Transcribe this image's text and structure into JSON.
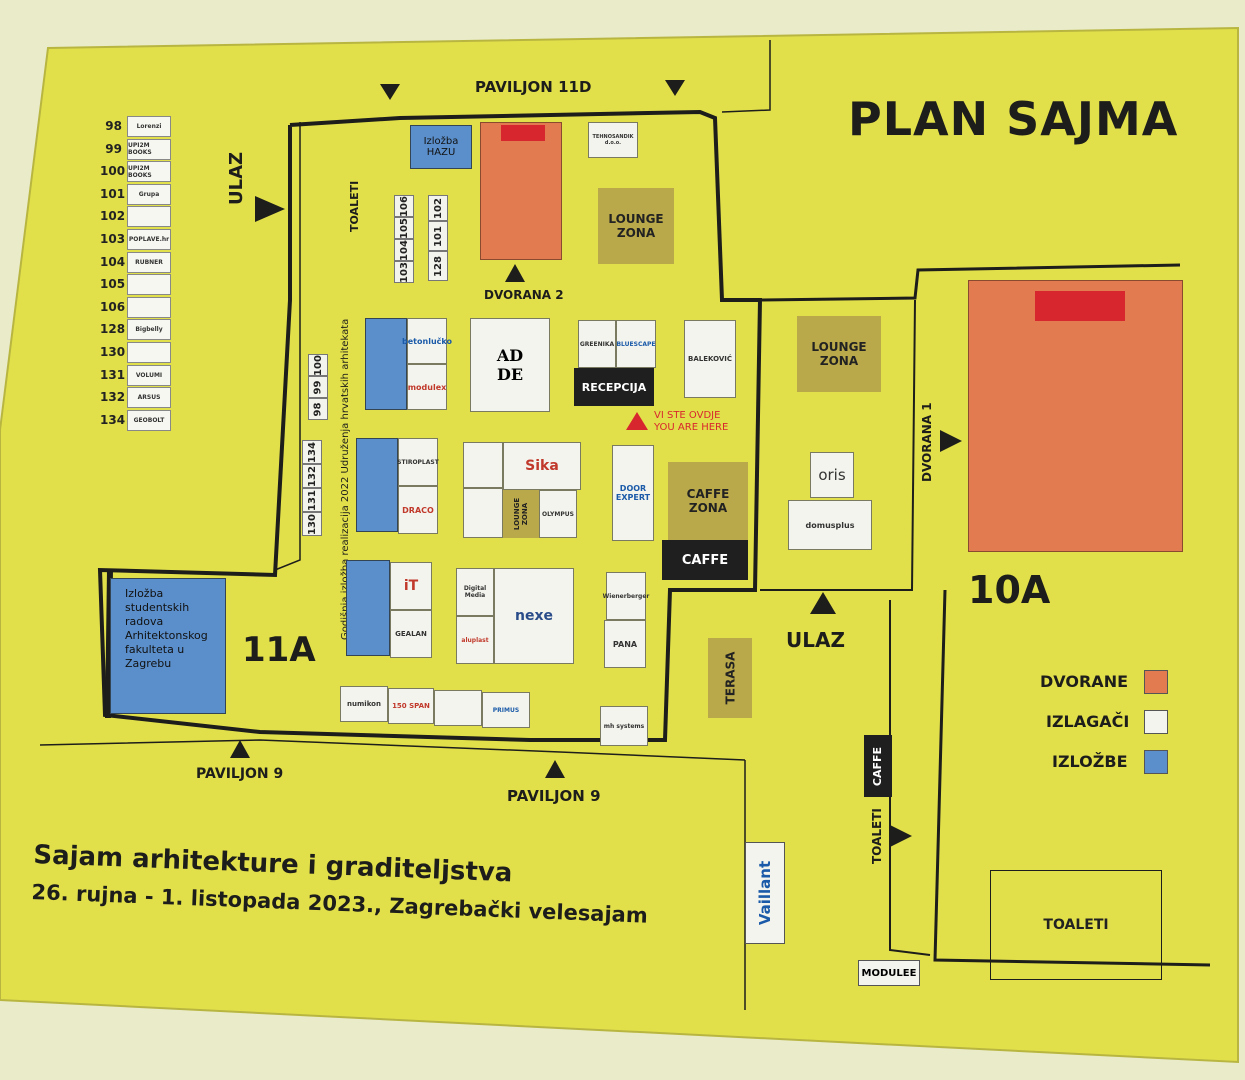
{
  "title": "PLAN SAJMA",
  "footer": {
    "line1": "Sajam arhitekture i graditeljstva",
    "line2": "26. rujna - 1. listopada 2023., Zagrebački velesajam"
  },
  "halls": {
    "hall_11a": "11A",
    "hall_10a": "10A"
  },
  "labels": {
    "pavilion_11d": "PAVILJON 11D",
    "pavilion_9_left": "PAVILJON 9",
    "pavilion_9_right": "PAVILJON 9",
    "entrance_left": "ULAZ",
    "entrance_right": "ULAZ",
    "toilets_top": "TOALETI",
    "toilets_right": "TOALETI",
    "toilets_box": "TOALETI",
    "hall_2": "DVORANA 2",
    "hall_1": "DVORANA 1",
    "lounge_1": "LOUNGE ZONA",
    "lounge_2": "LOUNGE ZONA",
    "lounge_small": "LOUNGE ZONA",
    "caffe_zone": "CAFFE ZONA",
    "caffe_dark": "CAFFE",
    "caffe_vertical": "CAFFE",
    "terrace": "TERASA",
    "reception": "RECEPCIJA",
    "you_are_here_hr": "VI STE OVDJE",
    "you_are_here_en": "YOU ARE HERE",
    "hazu_exhibit": "Izložba HAZU",
    "student_exhibit": "Izložba studentskih radova Arhitektonskog fakulteta u Zagrebu",
    "annual_exhibit": "Godišnja izložba realizacija 2022 Udruženja hrvatskih arhitekata",
    "modulee": "MODULEE",
    "vaillant": "Vaillant"
  },
  "exhibitor_list": [
    {
      "num": "98",
      "name": "Lorenzi"
    },
    {
      "num": "99",
      "name": "UPI2M BOOKS"
    },
    {
      "num": "100",
      "name": "UPI2M BOOKS"
    },
    {
      "num": "101",
      "name": "Grupa"
    },
    {
      "num": "102",
      "name": ""
    },
    {
      "num": "103",
      "name": "POPLAVE.hr"
    },
    {
      "num": "104",
      "name": "RUBNER"
    },
    {
      "num": "105",
      "name": ""
    },
    {
      "num": "106",
      "name": ""
    },
    {
      "num": "128",
      "name": "Bigbelly"
    },
    {
      "num": "130",
      "name": ""
    },
    {
      "num": "131",
      "name": "VOLUMI"
    },
    {
      "num": "132",
      "name": "ARSUS"
    },
    {
      "num": "134",
      "name": "GEOBOLT"
    }
  ],
  "booth_numbers": {
    "col1": [
      "103",
      "104",
      "105",
      "106"
    ],
    "col2": [
      "128",
      "101",
      "102"
    ],
    "col3": [
      "98",
      "99",
      "100"
    ],
    "col4": [
      "130",
      "131",
      "132",
      "134"
    ]
  },
  "booths": {
    "ade": "AD DE",
    "betonlucko": "betonlučko",
    "modulex": "modulex",
    "greenika": "GREENIKA",
    "bluescape": "BLUESCAPE",
    "balekovic": "BALEKOVIĆ",
    "stiroplast": "STIROPLAST",
    "draco": "DRACO",
    "sika": "Sika",
    "olympus": "OLYMPUS",
    "door_expert": "DOOR EXPERT",
    "it": "iT",
    "gealan": "GEALAN",
    "digital_media": "Digital Media",
    "nexe": "nexe",
    "aluplast": "aluplast",
    "wienerberger": "Wienerberger",
    "pana": "PANA",
    "numikon": "numikon",
    "span": "150 SPAN",
    "primus": "PRIMUS",
    "mh_systems": "mh systems",
    "oris": "oris",
    "domusplus": "domusplus",
    "tehnoplast": "TEHNOSANDIK d.o.o."
  },
  "legend": [
    {
      "label": "DVORANE",
      "color": "#e27b4f"
    },
    {
      "label": "IZLAGAČI",
      "color": "#f4f4ee"
    },
    {
      "label": "IZLOŽBE",
      "color": "#5b8fcb"
    }
  ],
  "colors": {
    "board": "#e2e04a",
    "hall": "#e27b4f",
    "exhibitor": "#f4f4ee",
    "exhibit": "#5b8fcb",
    "lounge": "#b9a94a",
    "accent_red": "#d8262e"
  }
}
